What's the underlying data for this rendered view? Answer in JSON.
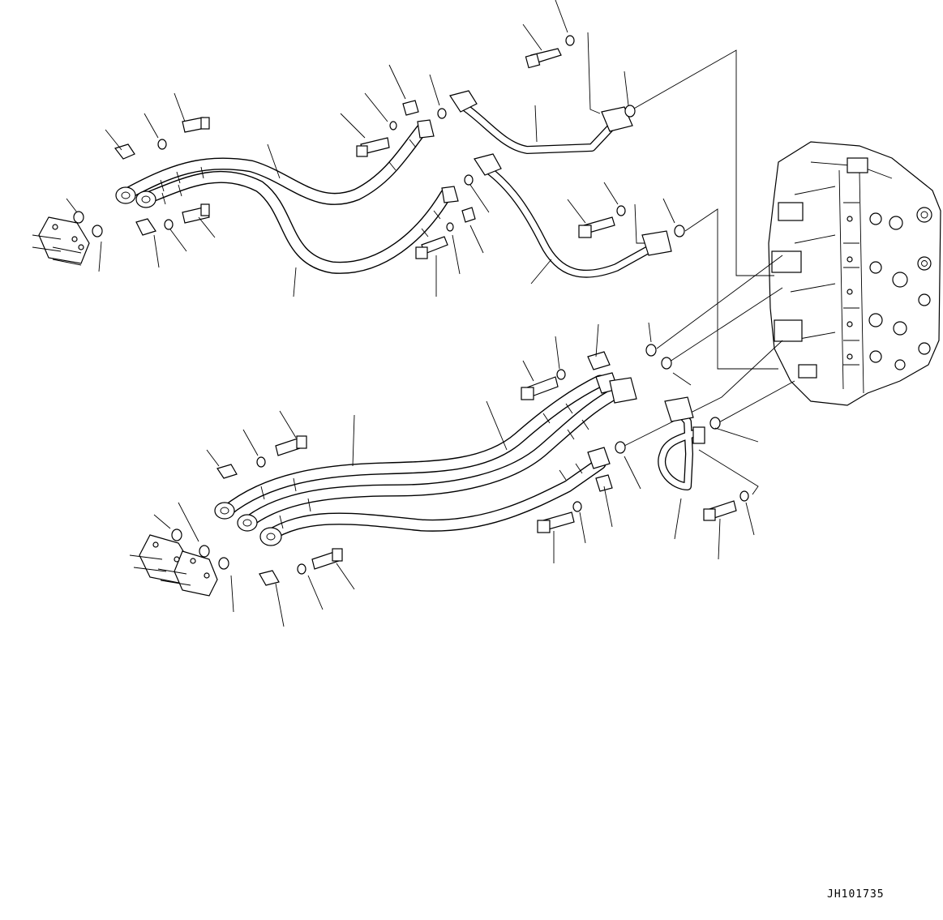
{
  "diagram": {
    "drawing_id": "JH101735",
    "icons": [
      "hydraulic-hose",
      "hydraulic-pipe",
      "bolt-icon",
      "washer-icon",
      "o-ring-icon",
      "split-flange-icon",
      "control-valve-icon",
      "pump-port-icon"
    ]
  }
}
